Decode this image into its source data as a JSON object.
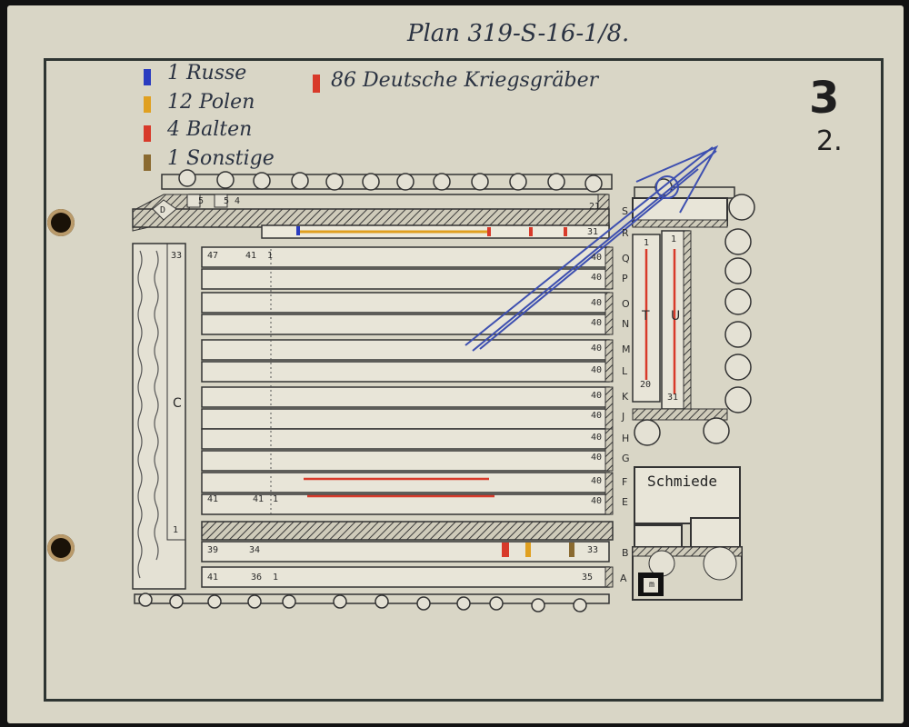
{
  "title": "Plan 319-S-16-1/8.",
  "sheet_number": "3",
  "sheet_sub": "2.",
  "legend": [
    {
      "label": "1 Russe",
      "color": "#2a3cc0"
    },
    {
      "label": "12 Polen",
      "color": "#e0a020"
    },
    {
      "label": "4 Balten",
      "color": "#d83a2a"
    },
    {
      "label": "1 Sonstige",
      "color": "#8a6a30"
    }
  ],
  "legend_right": {
    "label": "86 Deutsche Kriegsgräber",
    "color": "#d83a2a"
  },
  "building_label": "Schmiede",
  "rows": [
    {
      "letter": "S",
      "end": "21"
    },
    {
      "letter": "R",
      "end": "31"
    },
    {
      "letter": "Q",
      "start": "47",
      "mid": "41",
      "first": "1",
      "end": "40"
    },
    {
      "letter": "P",
      "end": "40"
    },
    {
      "letter": "O",
      "end": "40"
    },
    {
      "letter": "N",
      "end": "40"
    },
    {
      "letter": "M",
      "end": "40"
    },
    {
      "letter": "L",
      "end": "40"
    },
    {
      "letter": "K",
      "end": "40"
    },
    {
      "letter": "J",
      "end": "40"
    },
    {
      "letter": "H",
      "end": "40"
    },
    {
      "letter": "G",
      "end": "40"
    },
    {
      "letter": "F",
      "end": "40"
    },
    {
      "letter": "E",
      "start": "41",
      "mid": "41",
      "first": "1",
      "end": "40"
    },
    {
      "letter": "B",
      "start": "39",
      "mid": "34",
      "end": "33"
    },
    {
      "letter": "A",
      "start": "41",
      "mid": "36",
      "first": "1",
      "end": "35"
    }
  ],
  "field_labels": {
    "C": "C",
    "C_top": "33",
    "C_bottom": "1",
    "T": "T",
    "T_top": "1",
    "T_bottom": "20",
    "U": "U",
    "U_top": "1",
    "U_bottom": "31",
    "box_small": "5",
    "box_d": "D",
    "box_4": "4",
    "box_5a": "5",
    "box_m": "m"
  }
}
